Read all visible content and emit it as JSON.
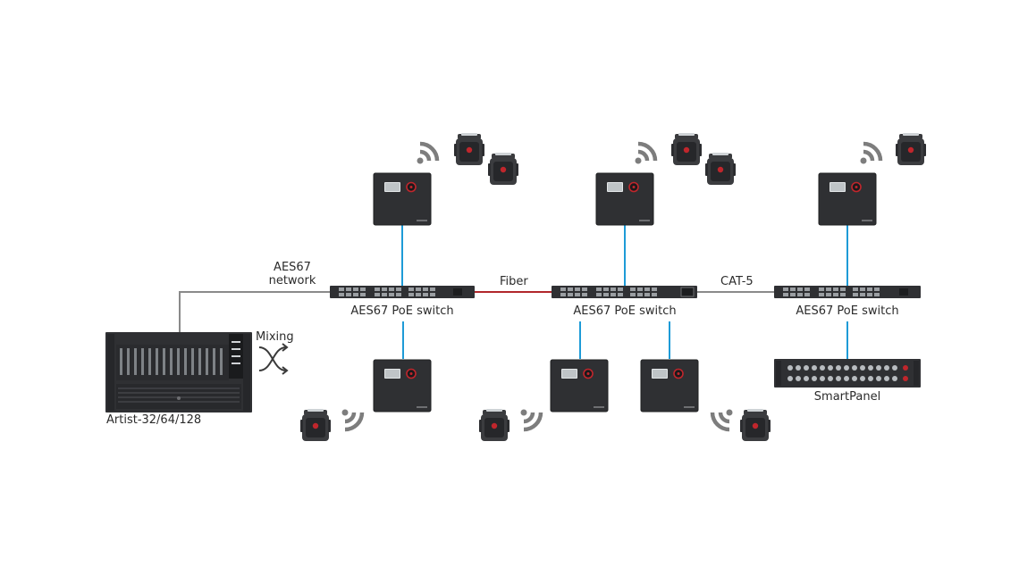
{
  "labels": {
    "aes67_network_line1": "AES67",
    "aes67_network_line2": "network",
    "fiber": "Fiber",
    "cat5": "CAT-5",
    "switch_1": "AES67 PoE switch",
    "switch_2": "AES67 PoE switch",
    "switch_3": "AES67 PoE switch",
    "mixing": "Mixing",
    "artist": "Artist-32/64/128",
    "smartpanel": "SmartPanel"
  },
  "colors": {
    "device": "#2f3033",
    "device_dark": "#1f2022",
    "cable_gray": "#8a8a8a",
    "cable_fiber": "#b1262b",
    "cable_blue": "#1e9bd7",
    "wifi": "#7d7d7d",
    "accent_red": "#c0262c"
  }
}
